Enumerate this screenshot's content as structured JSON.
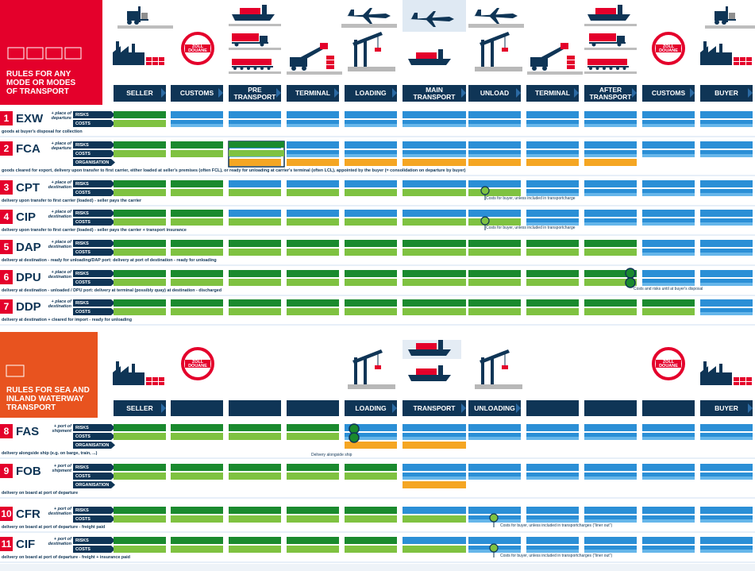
{
  "colors": {
    "seller": "#1a8a2e",
    "seller_light": "#7fc241",
    "buyer": "#2b8fd6",
    "buyer_light": "#66b6ea",
    "orange": "#f5a623",
    "navy": "#0f3556",
    "red": "#e4002b",
    "orange_header": "#e8531f",
    "separator": "#cfdff0"
  },
  "section_any": {
    "title_lines": [
      "RULES FOR ANY",
      "MODE OR MODES",
      "OF TRANSPORT"
    ],
    "columns": [
      "SELLER",
      "CUSTOMS",
      "PRE\nTRANSPORT",
      "TERMINAL",
      "LOADING",
      "MAIN\nTRANSPORT",
      "UNLOAD",
      "TERMINAL",
      "AFTER\nTRANSPORT",
      "CUSTOMS",
      "BUYER"
    ],
    "zoll_lines": [
      "ZOLL",
      "DOUANE"
    ]
  },
  "section_sea": {
    "title_lines": [
      "RULES FOR SEA AND",
      "INLAND WATERWAY",
      "TRANSPORT"
    ],
    "columns": [
      "SELLER",
      "",
      "",
      "",
      "LOADING",
      "TRANSPORT",
      "UNLOADING",
      "",
      "",
      "",
      "BUYER"
    ],
    "zoll_lines": [
      "ZOLL",
      "DOUANE"
    ]
  },
  "labels": {
    "risks": "RISKS",
    "costs": "COSTS",
    "organisation": "ORGANISATION"
  },
  "terms": [
    {
      "num": "1",
      "code": "EXW",
      "place": [
        "+ place of",
        "departure"
      ],
      "tags": [
        "risks",
        "costs"
      ],
      "rows": [
        [
          "G",
          "B",
          "B",
          "B",
          "B",
          "B",
          "B",
          "B",
          "B",
          "B",
          "B"
        ],
        [
          "L",
          "B",
          "B",
          "B",
          "B",
          "B",
          "B",
          "B",
          "B",
          "B",
          "B"
        ]
      ],
      "desc": "goods at buyer's disposal for collection",
      "note": ""
    },
    {
      "num": "2",
      "code": "FCA",
      "place": [
        "+ place of",
        "departure"
      ],
      "tags": [
        "risks",
        "costs",
        "organisation"
      ],
      "rows": [
        [
          "G",
          "G",
          "B",
          "B",
          "B",
          "B",
          "B",
          "B",
          "B",
          "B",
          "B"
        ],
        [
          "L",
          "L",
          "B",
          "B",
          "B",
          "B",
          "B",
          "B",
          "B",
          "B",
          "B"
        ],
        [
          "",
          "",
          "O",
          "O",
          "O",
          "O",
          "O",
          "O",
          "O",
          "",
          ""
        ]
      ],
      "desc": "goods cleared for export, delivery upon transfer to first carrier, either loaded at seller's premises (often FCL), or ready for unloading at carrier's terminal (often LCL), appointed by the buyer (= consolidation on departure by buyer)",
      "note": ""
    },
    {
      "num": "3",
      "code": "CPT",
      "place": [
        "+ place of",
        "destination"
      ],
      "tags": [
        "risks",
        "costs"
      ],
      "rows": [
        [
          "G",
          "G",
          "B",
          "B",
          "B",
          "B",
          "B",
          "B",
          "B",
          "B",
          "B"
        ],
        [
          "L",
          "L",
          "L",
          "L",
          "L",
          "L",
          "L",
          "B",
          "B",
          "B",
          "B"
        ]
      ],
      "desc": "delivery upon transfer to first carrier (loaded) - seller pays the carrier",
      "note": "Costs for buyer, unless included in transportcharge"
    },
    {
      "num": "4",
      "code": "CIP",
      "place": [
        "+ place of",
        "destination"
      ],
      "tags": [
        "risks",
        "costs"
      ],
      "rows": [
        [
          "G",
          "G",
          "B",
          "B",
          "B",
          "B",
          "B",
          "B",
          "B",
          "B",
          "B"
        ],
        [
          "L",
          "L",
          "L",
          "L",
          "L",
          "L",
          "L",
          "B",
          "B",
          "B",
          "B"
        ]
      ],
      "desc": "delivery upon transfer to first carrier (loaded) - seller pays the carrier + transport insurance",
      "note": "Costs for buyer, unless included in transportcharge"
    },
    {
      "num": "5",
      "code": "DAP",
      "place": [
        "+ place of",
        "destination"
      ],
      "tags": [
        "risks",
        "costs"
      ],
      "rows": [
        [
          "G",
          "G",
          "G",
          "G",
          "G",
          "G",
          "G",
          "G",
          "G",
          "B",
          "B"
        ],
        [
          "L",
          "L",
          "L",
          "L",
          "L",
          "L",
          "L",
          "L",
          "L",
          "B",
          "B"
        ]
      ],
      "desc": "delivery at destination - ready for unloading/DAP port: delivery at port of destination - ready for unloading",
      "note": ""
    },
    {
      "num": "6",
      "code": "DPU",
      "place": [
        "+ place of",
        "destination"
      ],
      "tags": [
        "risks",
        "costs"
      ],
      "rows": [
        [
          "G",
          "G",
          "G",
          "G",
          "G",
          "G",
          "G",
          "G",
          "G",
          "B",
          "B"
        ],
        [
          "L",
          "L",
          "L",
          "L",
          "L",
          "L",
          "L",
          "L",
          "L",
          "B",
          "B"
        ]
      ],
      "desc": "delivery at destination - unloaded / DPU port: delivery at terminal (possibly quay) at destination - discharged",
      "note": "Costs and risks until at buyer's disposal"
    },
    {
      "num": "7",
      "code": "DDP",
      "place": [
        "+ place of",
        "destination"
      ],
      "tags": [
        "risks",
        "costs"
      ],
      "rows": [
        [
          "G",
          "G",
          "G",
          "G",
          "G",
          "G",
          "G",
          "G",
          "G",
          "G",
          "B"
        ],
        [
          "L",
          "L",
          "L",
          "L",
          "L",
          "L",
          "L",
          "L",
          "L",
          "L",
          "B"
        ]
      ],
      "desc": "delivery at destination + cleared for import - ready for unloading",
      "note": ""
    },
    {
      "num": "8",
      "code": "FAS",
      "place": [
        "+ port of",
        "shipment"
      ],
      "tags": [
        "risks",
        "costs",
        "organisation"
      ],
      "rows": [
        [
          "G",
          "G",
          "G",
          "G",
          "B",
          "B",
          "B",
          "B",
          "B",
          "B",
          "B"
        ],
        [
          "L",
          "L",
          "L",
          "L",
          "B",
          "B",
          "B",
          "B",
          "B",
          "B",
          "B"
        ],
        [
          "",
          "",
          "",
          "",
          "O",
          "O",
          "",
          "",
          "",
          "",
          ""
        ]
      ],
      "desc": "delivery alongside ship (e.g. on barge, train, ...)",
      "note": "Delivery alongside ship"
    },
    {
      "num": "9",
      "code": "FOB",
      "place": [
        "+ port of",
        "shipment"
      ],
      "tags": [
        "risks",
        "costs",
        "organisation"
      ],
      "rows": [
        [
          "G",
          "G",
          "G",
          "G",
          "G",
          "B",
          "B",
          "B",
          "B",
          "B",
          "B"
        ],
        [
          "L",
          "L",
          "L",
          "L",
          "L",
          "B",
          "B",
          "B",
          "B",
          "B",
          "B"
        ],
        [
          "",
          "",
          "",
          "",
          "",
          "O",
          "",
          "",
          "",
          "",
          ""
        ]
      ],
      "desc": "delivery on board at port of departure",
      "note": ""
    },
    {
      "num": "10",
      "code": "CFR",
      "place": [
        "+ port of",
        "destination"
      ],
      "tags": [
        "risks",
        "costs"
      ],
      "rows": [
        [
          "G",
          "G",
          "G",
          "G",
          "G",
          "B",
          "B",
          "B",
          "B",
          "B",
          "B"
        ],
        [
          "L",
          "L",
          "L",
          "L",
          "L",
          "L",
          "B",
          "B",
          "B",
          "B",
          "B"
        ]
      ],
      "desc": "delivery on board at port of departure - freight paid",
      "note": "Costs for buyer, unless included in transportcharges (\"liner out\")"
    },
    {
      "num": "11",
      "code": "CIF",
      "place": [
        "+ port of",
        "destination"
      ],
      "tags": [
        "risks",
        "costs"
      ],
      "rows": [
        [
          "G",
          "G",
          "G",
          "G",
          "G",
          "B",
          "B",
          "B",
          "B",
          "B",
          "B"
        ],
        [
          "L",
          "L",
          "L",
          "L",
          "L",
          "L",
          "B",
          "B",
          "B",
          "B",
          "B"
        ]
      ],
      "desc": "delivery on board at port of departure - freight + insurance paid",
      "note": "Costs for buyer, unless included in transportcharges (\"liner out\")"
    }
  ]
}
